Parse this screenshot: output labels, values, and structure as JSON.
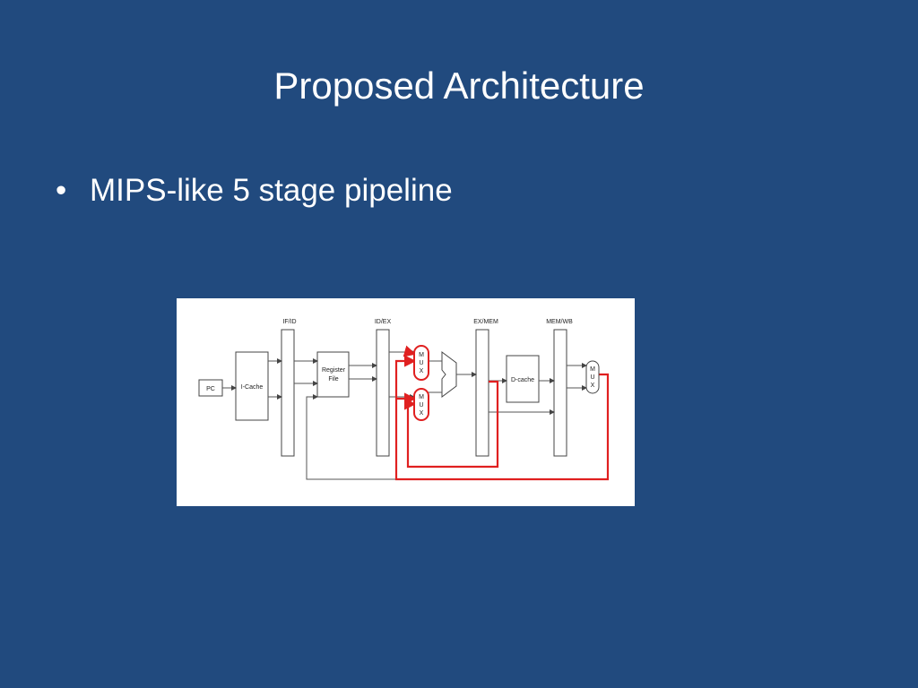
{
  "slide": {
    "title": "Proposed Architecture",
    "bullets": [
      {
        "marker": "•",
        "text": "MIPS-like 5 stage pipeline"
      }
    ]
  },
  "diagram": {
    "pipeline_registers": [
      "IF/ID",
      "ID/EX",
      "EX/MEM",
      "MEM/WB"
    ],
    "blocks": {
      "pc": "PC",
      "icache": "I-Cache",
      "register_file_line1": "Register",
      "register_file_line2": "File",
      "dcache": "D-cache"
    },
    "mux_letters": [
      "M",
      "U",
      "X"
    ],
    "colors": {
      "forwarding": "#e02020",
      "wire": "#555555",
      "background": "#214a7e"
    }
  }
}
